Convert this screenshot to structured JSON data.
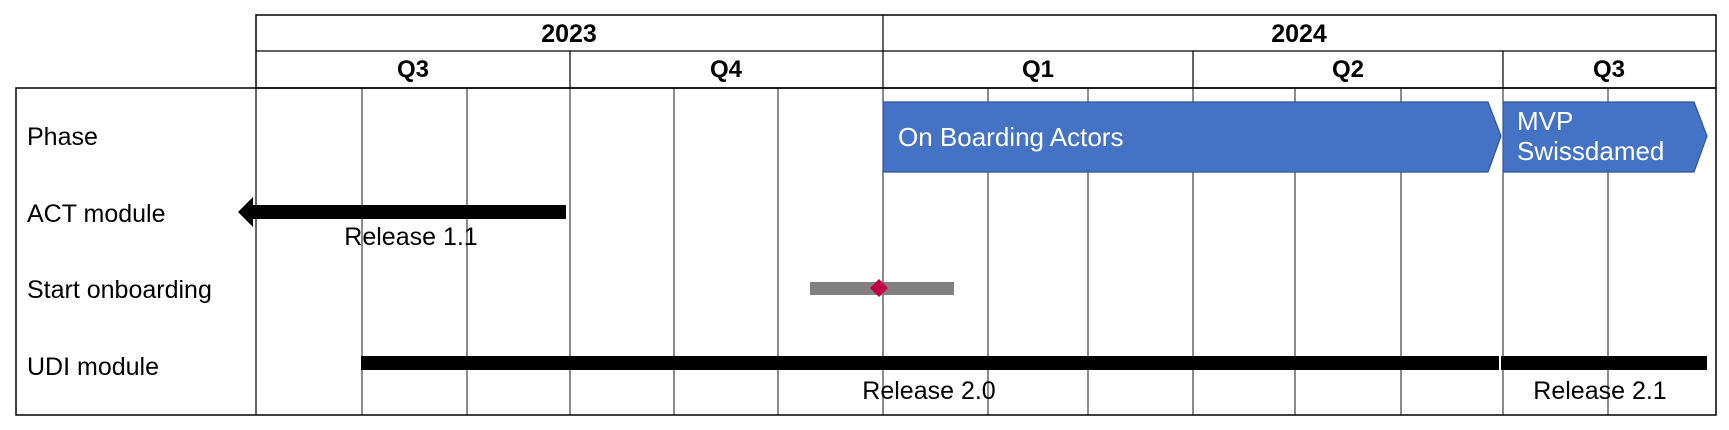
{
  "years": [
    {
      "label": "2023"
    },
    {
      "label": "2024"
    }
  ],
  "quarters": [
    {
      "label": "Q3"
    },
    {
      "label": "Q4"
    },
    {
      "label": "Q1"
    },
    {
      "label": "Q2"
    },
    {
      "label": "Q3"
    }
  ],
  "rows": [
    {
      "label": "Phase"
    },
    {
      "label": "ACT module"
    },
    {
      "label": "Start onboarding"
    },
    {
      "label": "UDI module"
    }
  ],
  "phases": [
    {
      "lines": [
        "On Boarding Actors"
      ],
      "color": "#4472C4"
    },
    {
      "lines": [
        "MVP",
        "Swissdamed"
      ],
      "color": "#4472C4"
    }
  ],
  "act_module": {
    "label": "Release 1.1",
    "color": "#000000"
  },
  "start_onboarding": {
    "bar_color": "#808080",
    "milestone_color": "#C00040"
  },
  "udi_module": {
    "releases": [
      {
        "label": "Release 2.0"
      },
      {
        "label": "Release 2.1"
      }
    ],
    "color": "#000000"
  }
}
